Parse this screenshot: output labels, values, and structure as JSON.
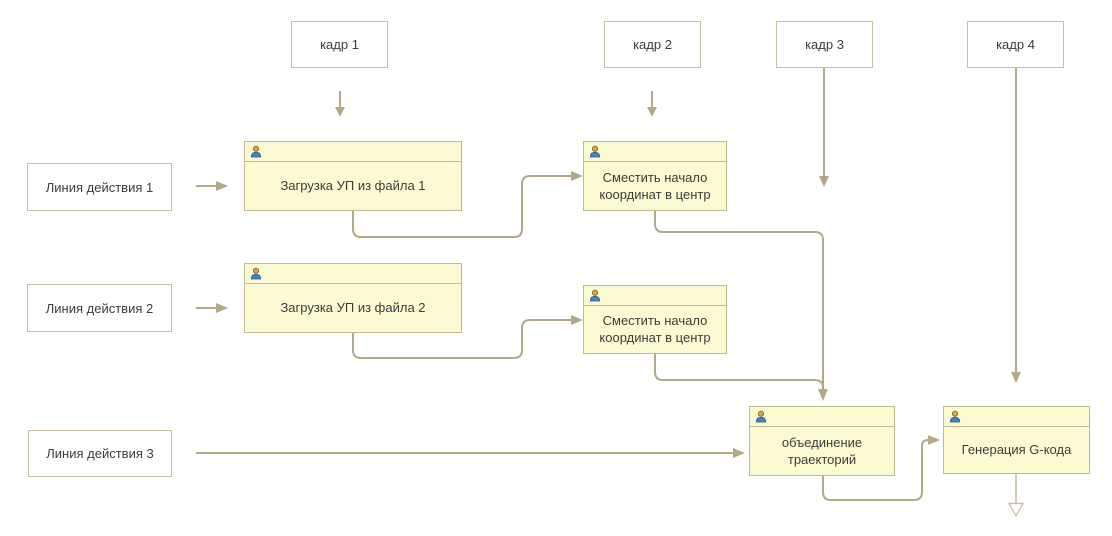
{
  "diagram": {
    "title": "process-flow-diagram",
    "frames": [
      {
        "label": "кадр 1"
      },
      {
        "label": "кадр 2"
      },
      {
        "label": "кадр 3"
      },
      {
        "label": "кадр 4"
      }
    ],
    "action_lines": [
      {
        "label": "Линия действия 1"
      },
      {
        "label": "Линия действия 2"
      },
      {
        "label": "Линия действия 3"
      }
    ],
    "activities": [
      {
        "label": "Загрузка УП из файла 1"
      },
      {
        "label": "Сместить начало координат в центр"
      },
      {
        "label": "Загрузка УП из файла 2"
      },
      {
        "label": "Сместить начало координат в центр"
      },
      {
        "label": "объединение траекторий"
      },
      {
        "label": "Генерация G-кода"
      }
    ],
    "icons": {
      "activity_marker": "person-icon"
    },
    "colors": {
      "background": "#ffffff",
      "activity_fill": "#fcfad2",
      "activity_border": "#c1b98f",
      "plain_box_border": "#c9c19b",
      "connector": "#b1a987",
      "end_marker": "#c5bd97",
      "text": "#3c3c3c",
      "icon_head": "#e2a24b",
      "icon_body": "#3e86c0"
    }
  }
}
